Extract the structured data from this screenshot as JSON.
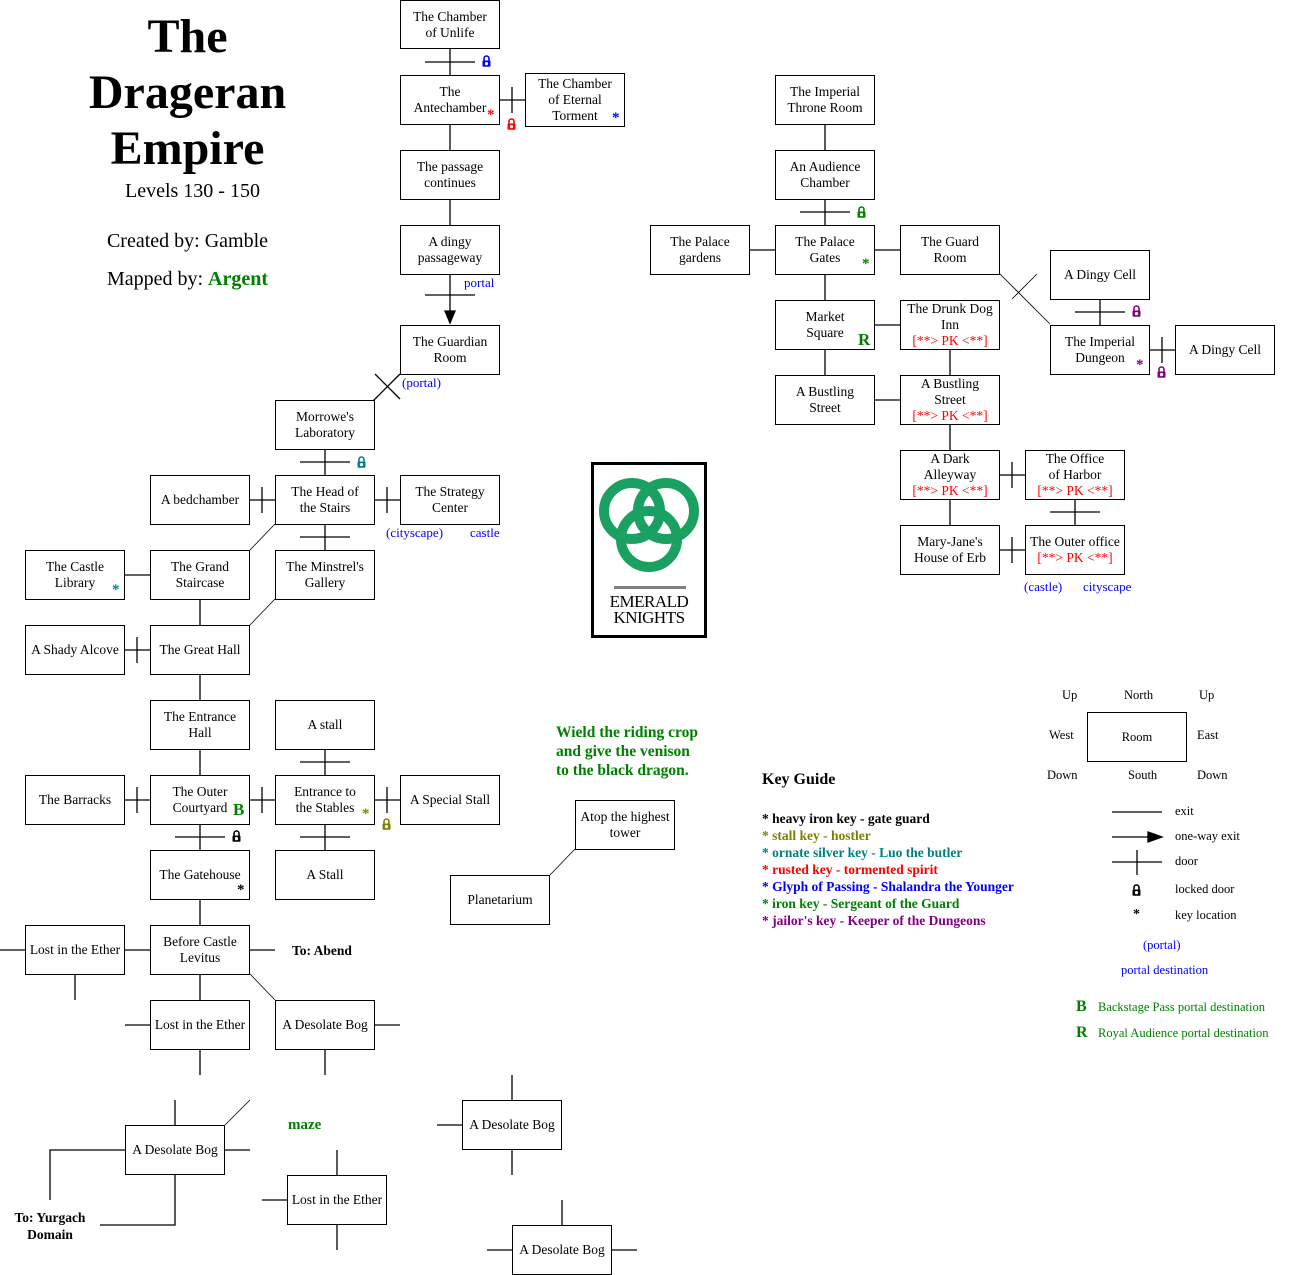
{
  "header": {
    "title_lines": [
      "The",
      "Drageran",
      "Empire"
    ],
    "levels": "Levels 130 - 150",
    "created_by_label": "Created by: Gamble",
    "mapped_by_label": "Mapped by: ",
    "mapped_by_name": "Argent"
  },
  "colors": {
    "black_key": "#000000",
    "stall_key": "#808000",
    "silver_key": "#008080",
    "rusted_key": "#ff0000",
    "glyph": "#0000ff",
    "iron_key": "#008000",
    "jailor_key": "#800080",
    "logo_green": "#1aa060"
  },
  "rooms": {
    "chamber_unlife": [
      "The Chamber",
      "of Unlife"
    ],
    "antechamber": [
      "The",
      "Antechamber"
    ],
    "eternal_torment": [
      "The Chamber",
      "of Eternal",
      "Torment"
    ],
    "passage_continues": [
      "The passage",
      "continues"
    ],
    "dingy_passageway": [
      "A dingy",
      "passageway"
    ],
    "guardian_room": [
      "The Guardian",
      "Room"
    ],
    "morrowe_lab": [
      "Morrowe's",
      "Laboratory"
    ],
    "bedchamber": [
      "A bedchamber"
    ],
    "head_stairs": [
      "The Head of",
      "the Stairs"
    ],
    "strategy_center": [
      "The Strategy",
      "Center"
    ],
    "castle_library": [
      "The Castle",
      "Library"
    ],
    "grand_staircase": [
      "The Grand",
      "Staircase"
    ],
    "minstrel_gallery": [
      "The Minstrel's",
      "Gallery"
    ],
    "shady_alcove": [
      "A Shady Alcove"
    ],
    "great_hall": [
      "The Great Hall"
    ],
    "entrance_hall": [
      "The Entrance",
      "Hall"
    ],
    "a_stall_top": [
      "A stall"
    ],
    "barracks": [
      "The Barracks"
    ],
    "outer_courtyard": [
      "The Outer",
      "Courtyard"
    ],
    "entrance_stables": [
      "Entrance to",
      "the Stables"
    ],
    "special_stall": [
      "A Special Stall"
    ],
    "gatehouse": [
      "The Gatehouse"
    ],
    "a_stall_bottom": [
      "A Stall"
    ],
    "lost_ether_1": [
      "Lost in the Ether"
    ],
    "before_castle": [
      "Before Castle",
      "Levitus"
    ],
    "lost_ether_2": [
      "Lost in the Ether"
    ],
    "desolate_bog_1": [
      "A Desolate Bog"
    ],
    "desolate_bog_2": [
      "A Desolate Bog"
    ],
    "lost_ether_3": [
      "Lost in the Ether"
    ],
    "desolate_bog_3": [
      "A Desolate Bog"
    ],
    "desolate_bog_4": [
      "A Desolate Bog"
    ],
    "atop_tower": [
      "Atop the highest",
      "tower"
    ],
    "planetarium": [
      "Planetarium"
    ],
    "throne_room": [
      "The Imperial",
      "Throne Room"
    ],
    "audience_chamber": [
      "An Audience",
      "Chamber"
    ],
    "palace_gardens": [
      "The Palace",
      "gardens"
    ],
    "palace_gates": [
      "The Palace",
      "Gates"
    ],
    "guard_room": [
      "The Guard",
      "Room"
    ],
    "dingy_cell_1": [
      "A Dingy Cell"
    ],
    "market_square": [
      "Market",
      "Square"
    ],
    "drunk_dog": [
      "The Drunk Dog",
      "Inn"
    ],
    "imperial_dungeon": [
      "The Imperial",
      "Dungeon"
    ],
    "dingy_cell_2": [
      "A Dingy Cell"
    ],
    "bustling_street_1": [
      "A Bustling",
      "Street"
    ],
    "bustling_street_2": [
      "A Bustling",
      "Street"
    ],
    "dark_alleyway": [
      "A Dark",
      "Alleyway"
    ],
    "office_harbor": [
      "The Office",
      "of Harbor"
    ],
    "mary_jane": [
      "Mary-Jane's",
      "House of Erb"
    ],
    "outer_office": [
      "The Outer office"
    ]
  },
  "pk_tag": "[**> PK <**]",
  "labels": {
    "portal": "portal",
    "portal_paren": "(portal)",
    "cityscape_paren": "(cityscape)",
    "castle": "castle",
    "castle_paren": "(castle)",
    "cityscape": "cityscape",
    "to_abend": "To: Abend",
    "to_yurgach": [
      "To: Yurgach",
      "Domain"
    ],
    "maze": "maze",
    "hint": [
      "Wield the riding crop",
      "and give the venison",
      "to the black dragon."
    ],
    "star": "*",
    "backstage_mark": "B",
    "royal_mark": "R"
  },
  "logo": {
    "line1": "EMERALD",
    "line2": "KNIGHTS"
  },
  "key_guide": {
    "title": "Key Guide",
    "items": [
      {
        "text": "* heavy iron key - gate guard",
        "color": "#000000"
      },
      {
        "text": "* stall key - hostler",
        "color": "#808000"
      },
      {
        "text": "* ornate silver key - Luo the butler",
        "color": "#008080"
      },
      {
        "text": "* rusted key - tormented spirit",
        "color": "#ff0000"
      },
      {
        "text": "* Glyph of Passing - Shalandra the Younger",
        "color": "#0000ff"
      },
      {
        "text": "* iron key - Sergeant of the Guard",
        "color": "#008000"
      },
      {
        "text": "* jailor's key - Keeper of the Dungeons",
        "color": "#800080"
      }
    ]
  },
  "legend": {
    "up_left": "Up",
    "north": "North",
    "up_right": "Up",
    "west": "West",
    "room": "Room",
    "east": "East",
    "down_left": "Down",
    "south": "South",
    "down_right": "Down",
    "exit": "exit",
    "one_way": "one-way exit",
    "door": "door",
    "locked": "locked door",
    "key_location": "key location",
    "portal": "(portal)",
    "portal_dest": "portal destination",
    "b_mark": "B",
    "b_text": "Backstage Pass  portal destination",
    "r_mark": "R",
    "r_text": "Royal Audience portal destination"
  }
}
